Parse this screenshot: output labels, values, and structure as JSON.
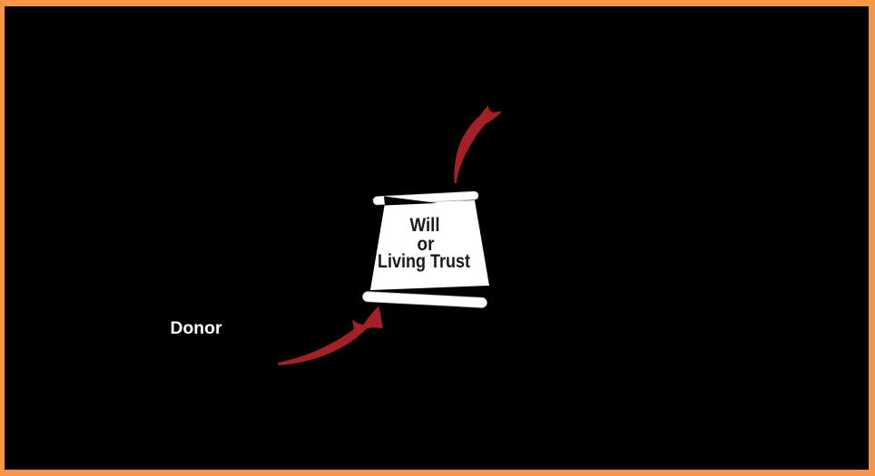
{
  "slide": {
    "background_color": "#000000",
    "border_color": "#F79646",
    "labels": {
      "donor": "Donor"
    },
    "scroll": {
      "line1": "Will",
      "line2": "or",
      "line3": "Living Trust",
      "paper_color": "#FFFFFF",
      "fold_color": "#000000",
      "text_color": "#1A1A1A"
    },
    "arrows": {
      "color": "#A32026",
      "items": [
        {
          "name": "donor-to-will-arrow"
        },
        {
          "name": "will-upward-arrow"
        }
      ]
    }
  }
}
